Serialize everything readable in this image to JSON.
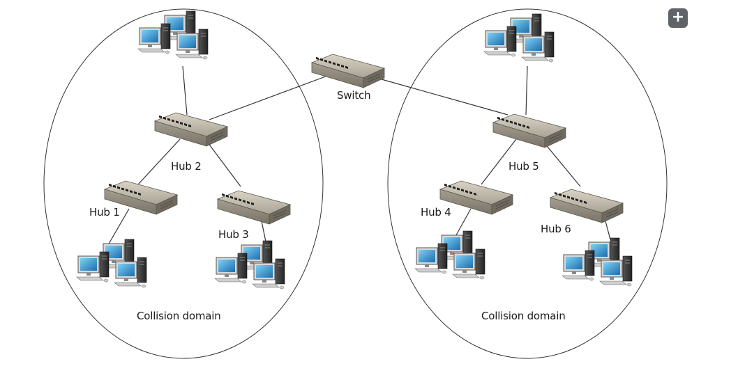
{
  "labels": {
    "switch": "Switch",
    "hub1": "Hub 1",
    "hub2": "Hub 2",
    "hub3": "Hub 3",
    "hub4": "Hub 4",
    "hub5": "Hub 5",
    "hub6": "Hub 6",
    "collision_left": "Collision domain",
    "collision_right": "Collision domain"
  },
  "icons": {
    "expand": "plus-icon",
    "device": "network-hub-icon",
    "workstation": "computer-group-icon"
  },
  "colors": {
    "line": "#333333",
    "hub_top": "#bdb7a8",
    "hub_front": "#8f897c",
    "hub_side": "#6f6a60",
    "monitor": "#2a7fb8",
    "tower": "#3a3a3a",
    "button": "#5f6368"
  }
}
